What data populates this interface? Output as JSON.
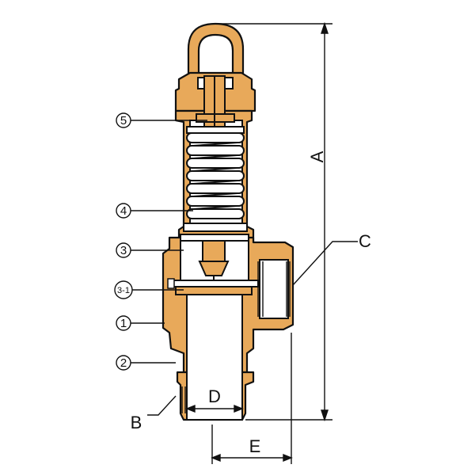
{
  "colors": {
    "brass": "#E8A95A",
    "outline": "#111111",
    "background": "#FFFFFF",
    "spring_white": "#FFFFFF"
  },
  "dimensions": {
    "height_label": "A",
    "inlet_thread_label": "B",
    "outlet_thread_label": "C",
    "inlet_diameter_label": "D",
    "outlet_offset_label": "E"
  },
  "callouts": [
    {
      "id": "5",
      "label": "⑤"
    },
    {
      "id": "4",
      "label": "④"
    },
    {
      "id": "3",
      "label": "③"
    },
    {
      "id": "3-1",
      "label": "3-1"
    },
    {
      "id": "1",
      "label": "①"
    },
    {
      "id": "2",
      "label": "②"
    }
  ]
}
